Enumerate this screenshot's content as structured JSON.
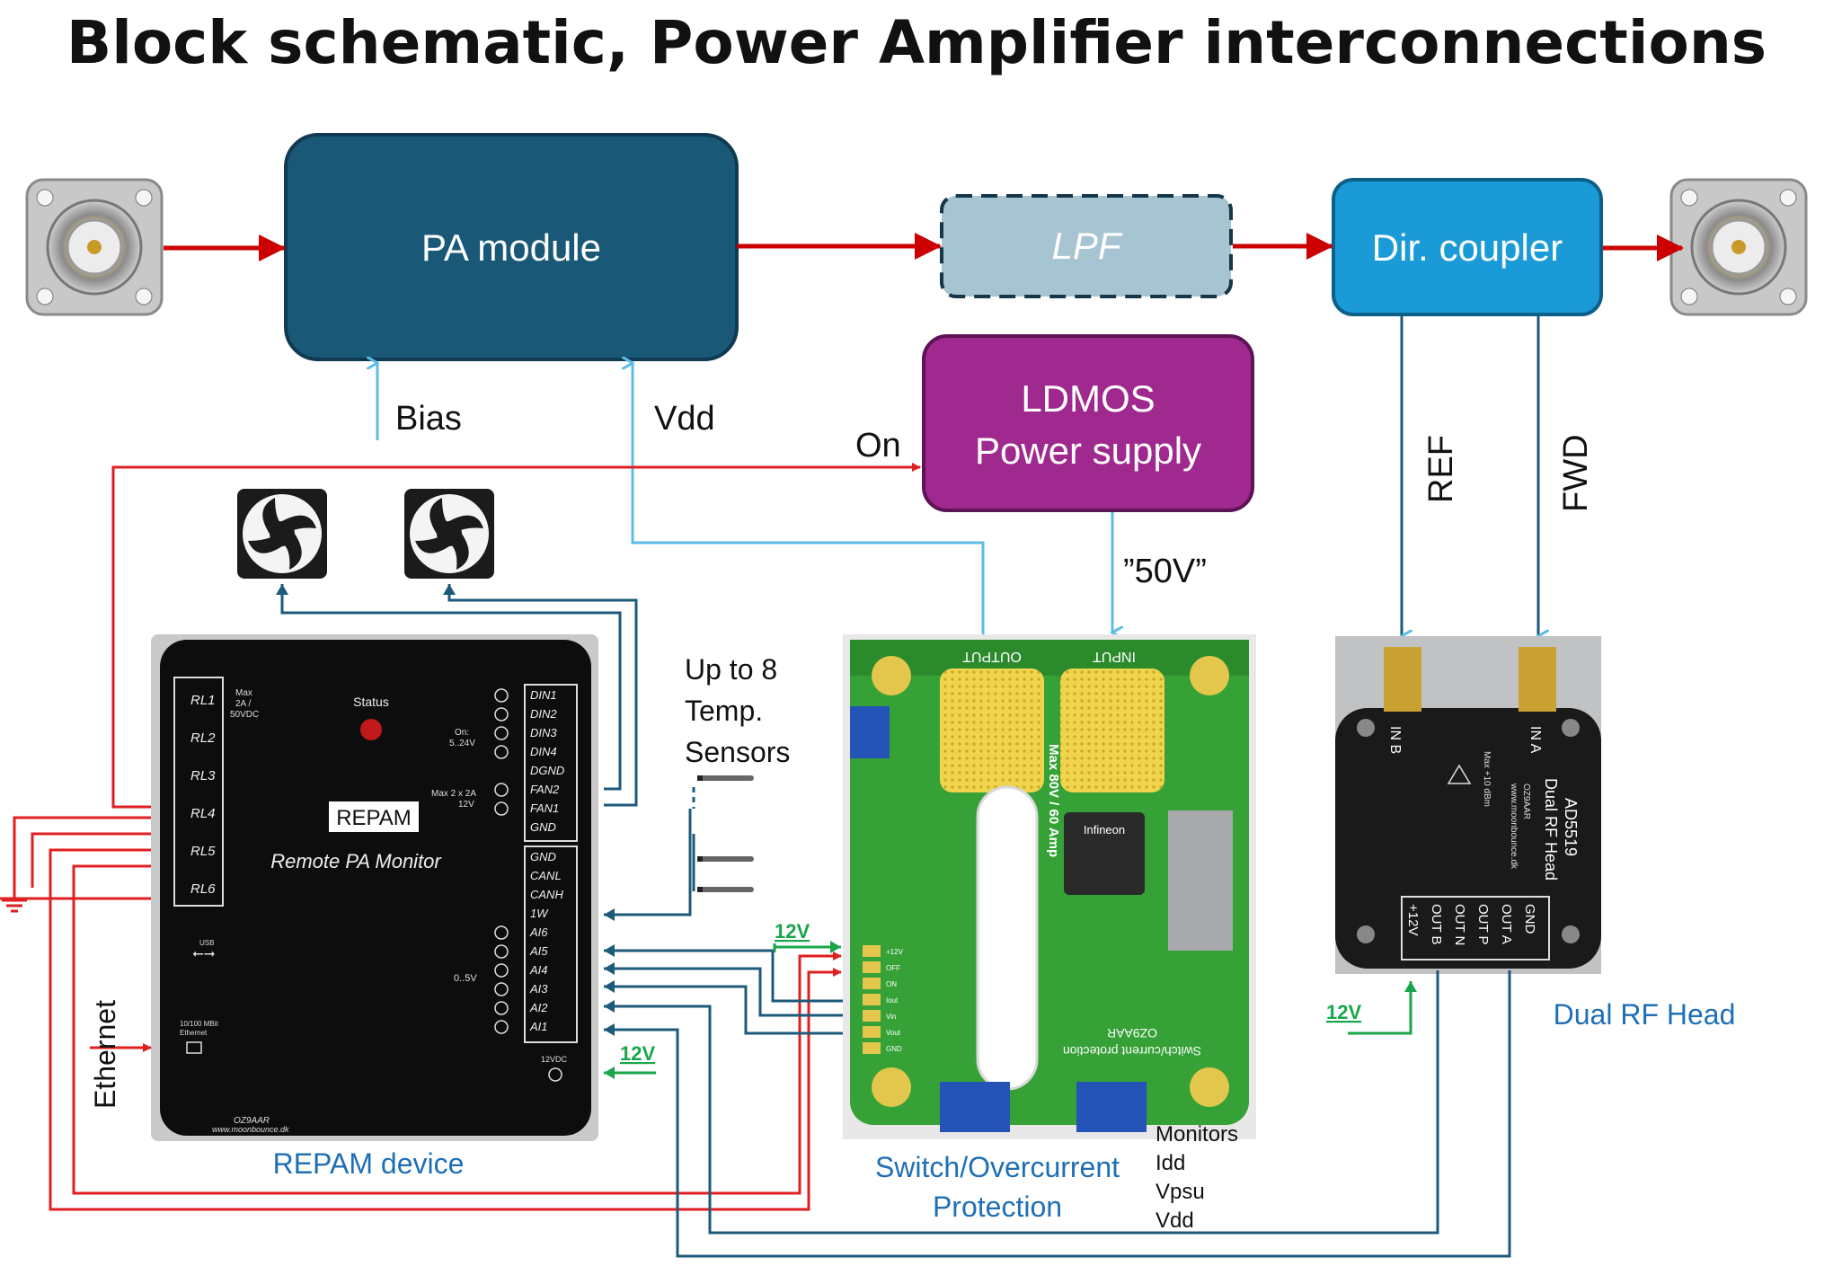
{
  "title": "Block schematic, Power Amplifier interconnections",
  "blocks": {
    "pa_module": "PA module",
    "lpf": "LPF",
    "dir_coupler": "Dir. coupler",
    "ldmos_line1": "LDMOS",
    "ldmos_line2": "Power supply"
  },
  "signals": {
    "bias": "Bias",
    "vdd": "Vdd",
    "on": "On",
    "v50": "”50V”",
    "ref": "REF",
    "fwd": "FWD",
    "ethernet": "Ethernet",
    "v12_a": "12V",
    "v12_b": "12V",
    "v12_c": "12V"
  },
  "sensors": {
    "line1": "Up to 8",
    "line2": "Temp.",
    "line3": "Sensors"
  },
  "monitors": {
    "line1": "Monitors",
    "line2": "Idd",
    "line3": "Vpsu",
    "line4": "Vdd"
  },
  "captions": {
    "repam_device": "REPAM device",
    "switch_line1": "Switch/Overcurrent",
    "switch_line2": "Protection",
    "dual_rf_head": "Dual RF Head"
  },
  "repam": {
    "badge": "REPAM",
    "subtitle": "Remote PA Monitor",
    "status": "Status",
    "relays": [
      "RL1",
      "RL2",
      "RL3",
      "RL4",
      "RL5",
      "RL6"
    ],
    "relay_rating": [
      "Max",
      "2A /",
      "50VDC"
    ],
    "din_rating": [
      "On:",
      "5..24V"
    ],
    "fan_rating": [
      "Max 2 x 2A",
      "12V"
    ],
    "ai_range": "0..5V",
    "pins_top": [
      "DIN1",
      "DIN2",
      "DIN3",
      "DIN4",
      "DGND",
      "FAN2",
      "FAN1",
      "GND"
    ],
    "pins_bottom": [
      "GND",
      "CANL",
      "CANH",
      "1W",
      "AI6",
      "AI5",
      "AI4",
      "AI3",
      "AI2",
      "AI1"
    ],
    "usb": "USB",
    "eth_label": [
      "10/100 MBit",
      "Ethernet"
    ],
    "pwr_label": "12VDC",
    "maker": "OZ9AAR",
    "site": "www.moonbounce.dk"
  },
  "switch_board": {
    "output": "OUTPUT",
    "input": "INPUT",
    "rating": "Max 80V / 60 Amp",
    "brand": "Infineon",
    "bottom_text": "Switch/current protection",
    "maker": "OZ9AAR",
    "pins": [
      "+12V",
      "OFF",
      "ON",
      "Iout",
      "Vin",
      "Vout",
      "GND"
    ]
  },
  "rf_head": {
    "in_b": "IN B",
    "in_a": "IN A",
    "model": "AD5519",
    "name": "Dual RF Head",
    "maker": "OZ9AAR",
    "site": "www.moonbounce.dk",
    "max": "Max +10 dBm",
    "pins": [
      "+12V",
      "OUT B",
      "OUT N",
      "OUT P",
      "OUT A",
      "GND"
    ]
  },
  "colors": {
    "pa_block": "#1a5878",
    "lpf_block": "#a7c4d2",
    "coupler_block": "#1a9bd7",
    "ldmos_block": "#a0298f",
    "rf_arrow": "#cc0000",
    "light_blue_line": "#5bbde6",
    "dark_blue_line": "#1d5a7a",
    "red_line": "#e02020",
    "green_line": "#19a64a",
    "caption_blue": "#1f6fb5"
  }
}
